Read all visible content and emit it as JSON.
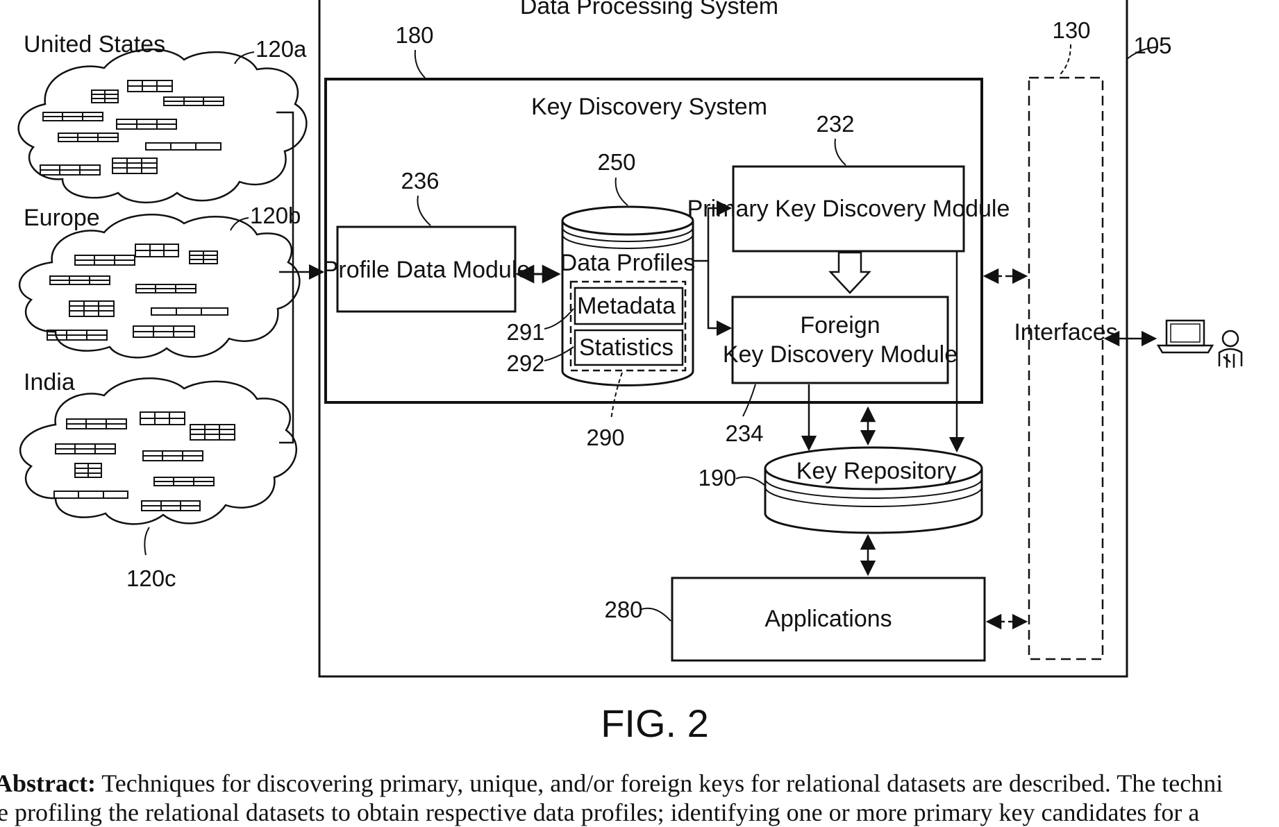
{
  "diagram": {
    "title_top": "Data Processing System",
    "key_discovery_title": "Key Discovery System",
    "profile_data_module": "Profile Data Module",
    "data_profiles": "Data Profiles",
    "metadata": "Metadata",
    "statistics": "Statistics",
    "primary_key_module": "Primary Key Discovery Module",
    "foreign_line1": "Foreign",
    "foreign_line2": "Key Discovery Module",
    "key_repository": "Key Repository",
    "applications": "Applications",
    "interfaces": "Interfaces",
    "region_us": "United States",
    "region_europe": "Europe",
    "region_india": "India",
    "refs": {
      "r120a": "120a",
      "r120b": "120b",
      "r120c": "120c",
      "r180": "180",
      "r130": "130",
      "r105": "105",
      "r236": "236",
      "r250": "250",
      "r232": "232",
      "r291": "291",
      "r292": "292",
      "r290": "290",
      "r234": "234",
      "r190": "190",
      "r280": "280"
    },
    "figure_label": "FIG. 2"
  },
  "abstract": {
    "heading": "Abstract:",
    "line1": " Techniques for discovering primary, unique, and/or foreign keys for relational datasets are described. The techni",
    "line2": "le profiling the relational datasets to obtain respective data profiles; identifying one or more primary key candidates for a"
  }
}
